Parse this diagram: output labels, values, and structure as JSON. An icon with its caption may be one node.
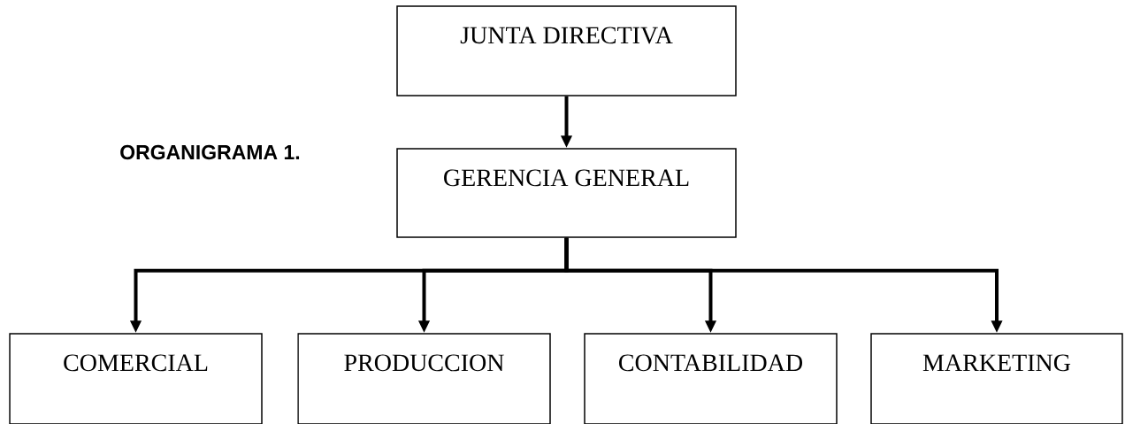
{
  "diagram": {
    "title": "ORGANIGRAMA 1.",
    "nodes": [
      {
        "text": [
          "JUNTA DIRECTIVA"
        ]
      },
      {
        "text": [
          "GERENCIA GENERAL"
        ]
      },
      {
        "text": [
          "COMERCIAL"
        ]
      },
      {
        "text": [
          "PRODUCCION"
        ]
      },
      {
        "text": [
          "CONTABILIDAD"
        ]
      },
      {
        "text": [
          "MARKETING"
        ]
      }
    ],
    "edges": [
      {
        "from": 0,
        "to": 1,
        "arrow": "to"
      },
      {
        "from": 1,
        "to": 2,
        "arrow": "to"
      },
      {
        "from": 1,
        "to": 3,
        "arrow": "to"
      },
      {
        "from": 1,
        "to": 4,
        "arrow": "to"
      },
      {
        "from": 1,
        "to": 5,
        "arrow": "to"
      }
    ]
  }
}
